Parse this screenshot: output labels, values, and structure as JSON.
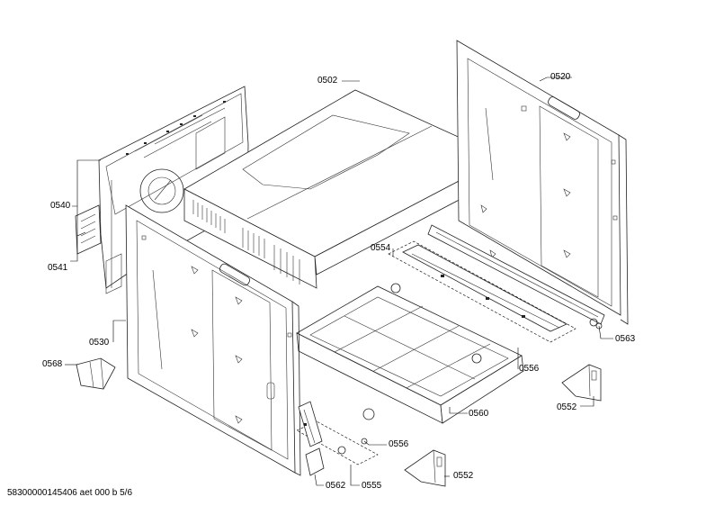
{
  "diagram": {
    "parts": [
      {
        "id": "p0502",
        "label": "0502"
      },
      {
        "id": "p0520",
        "label": "0520"
      },
      {
        "id": "p0540",
        "label": "0540"
      },
      {
        "id": "p0541",
        "label": "0541"
      },
      {
        "id": "p0554",
        "label": "0554"
      },
      {
        "id": "p0530",
        "label": "0530"
      },
      {
        "id": "p0563",
        "label": "0563"
      },
      {
        "id": "p0568",
        "label": "0568"
      },
      {
        "id": "p0556a",
        "label": "0556"
      },
      {
        "id": "p0552a",
        "label": "0552"
      },
      {
        "id": "p0560",
        "label": "0560"
      },
      {
        "id": "p0556b",
        "label": "0556"
      },
      {
        "id": "p0552b",
        "label": "0552"
      },
      {
        "id": "p0562",
        "label": "0562"
      },
      {
        "id": "p0555",
        "label": "0555"
      }
    ],
    "document_code": "58300000145406 aet 000 b 5/6"
  }
}
